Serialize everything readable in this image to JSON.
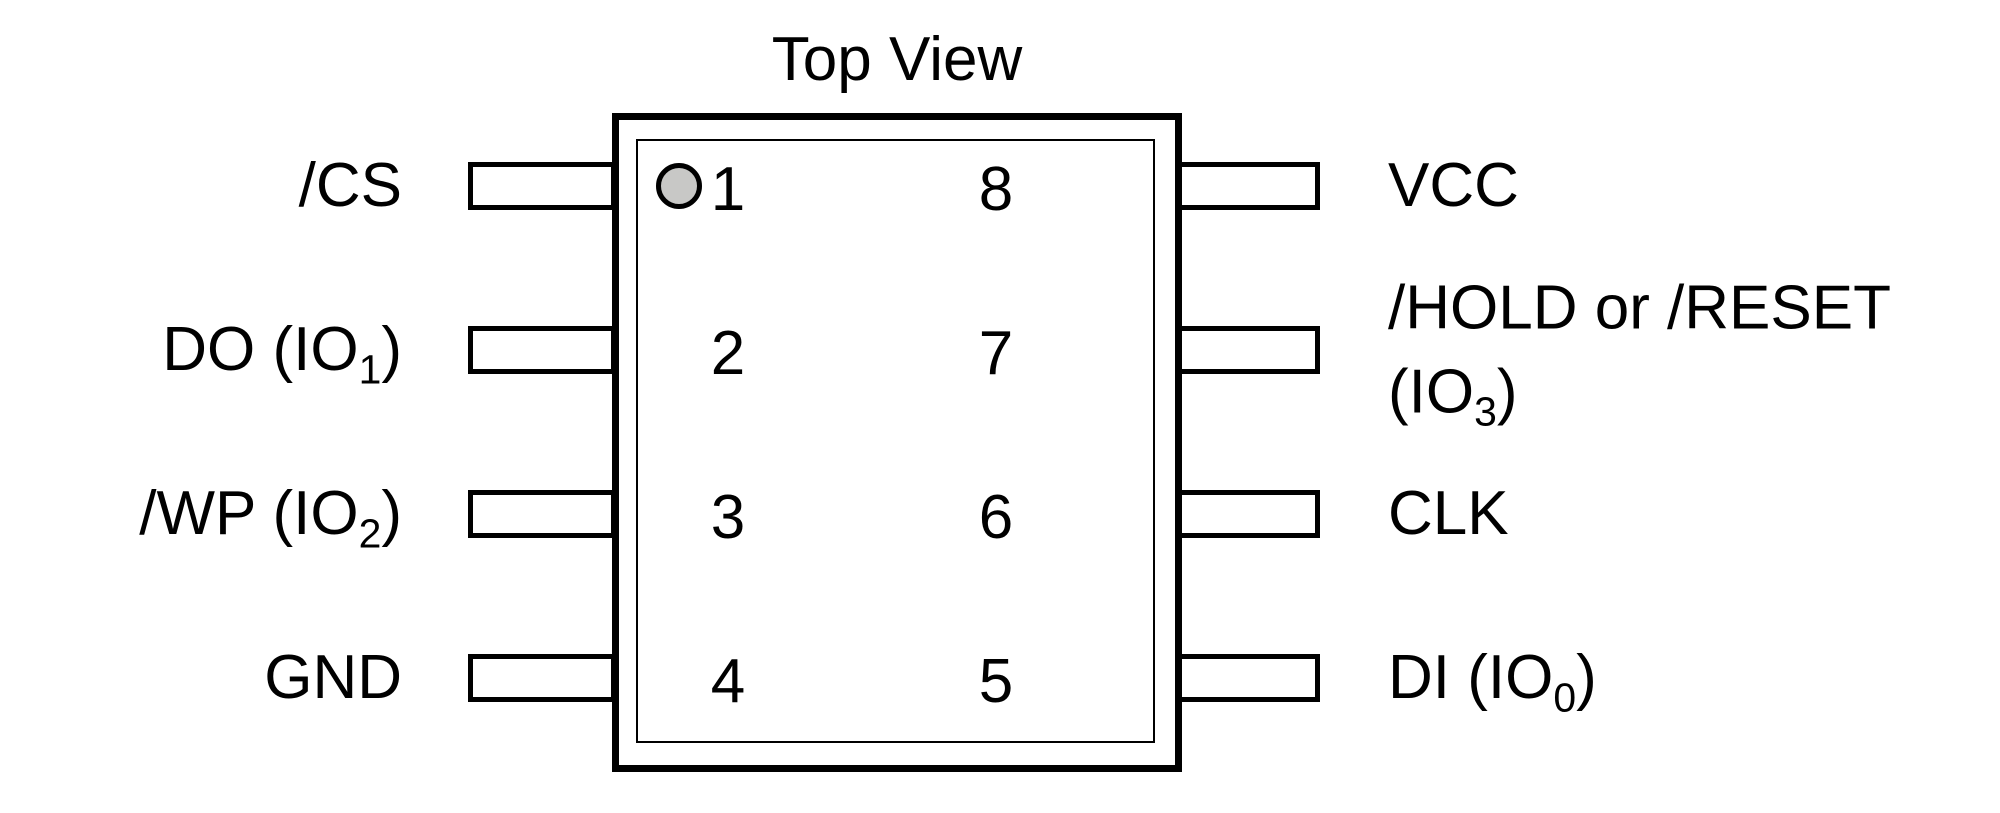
{
  "diagram": {
    "title": "Top View",
    "package": {
      "outline_color": "#000000",
      "pin1_dot_color": "#c8c8c6"
    },
    "pins": {
      "left": [
        {
          "number": "1",
          "lines": [
            {
              "pre": "/CS",
              "sub": "",
              "post": ""
            }
          ]
        },
        {
          "number": "2",
          "lines": [
            {
              "pre": "DO (IO",
              "sub": "1",
              "post": ")"
            }
          ]
        },
        {
          "number": "3",
          "lines": [
            {
              "pre": "/WP (IO",
              "sub": "2",
              "post": ")"
            }
          ]
        },
        {
          "number": "4",
          "lines": [
            {
              "pre": "GND",
              "sub": "",
              "post": ""
            }
          ]
        }
      ],
      "right": [
        {
          "number": "8",
          "lines": [
            {
              "pre": "VCC",
              "sub": "",
              "post": ""
            }
          ]
        },
        {
          "number": "7",
          "lines": [
            {
              "pre": "/HOLD or /RESET",
              "sub": "",
              "post": ""
            },
            {
              "pre": "(IO",
              "sub": "3",
              "post": ")"
            }
          ]
        },
        {
          "number": "6",
          "lines": [
            {
              "pre": "CLK",
              "sub": "",
              "post": ""
            }
          ]
        },
        {
          "number": "5",
          "lines": [
            {
              "pre": "DI (IO",
              "sub": "0",
              "post": ")"
            }
          ]
        }
      ]
    }
  }
}
